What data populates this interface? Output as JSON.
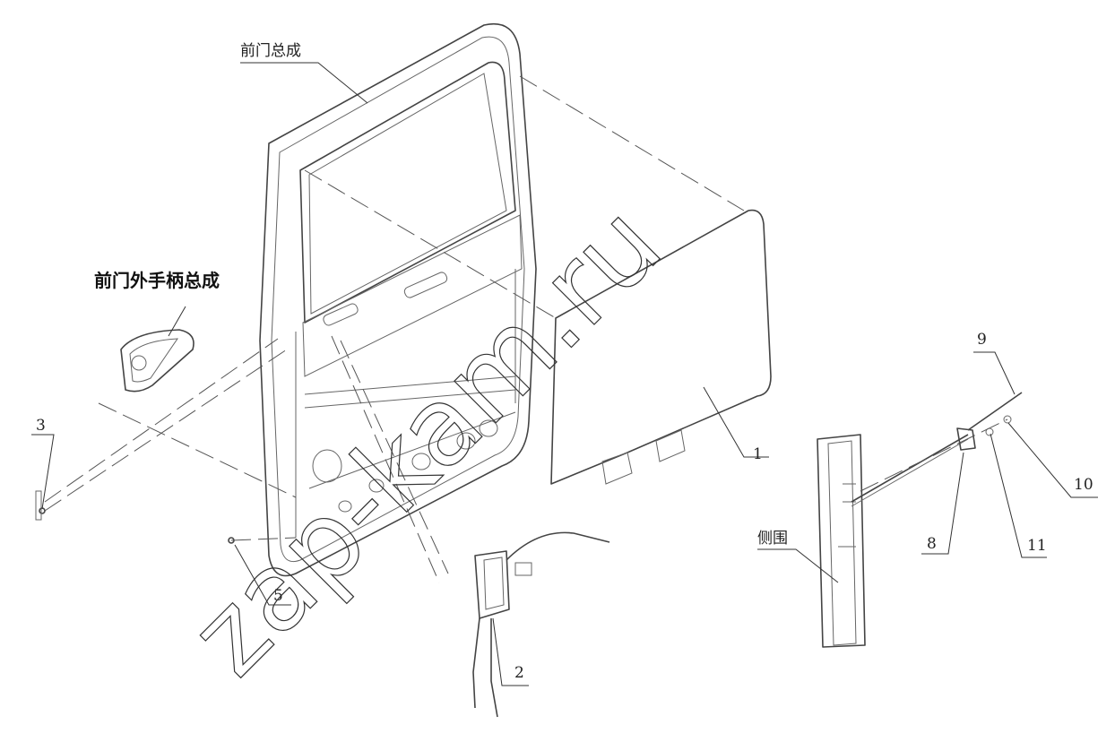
{
  "labels": {
    "front_door_assembly": "前门总成",
    "outer_handle_assembly": "前门外手柄总成",
    "side_panel": "侧围",
    "n1": "1",
    "n2": "2",
    "n3": "3",
    "n5": "5",
    "n8": "8",
    "n9": "9",
    "n10": "10",
    "n11": "11"
  },
  "watermark": "zap-kam.ru",
  "colors": {
    "line": "#444444",
    "background": "#ffffff"
  }
}
